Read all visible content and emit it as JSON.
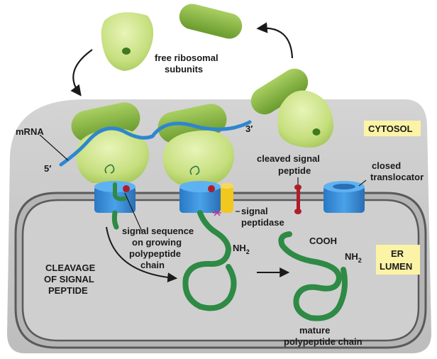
{
  "labels": {
    "free_ribosomal_1": "free ribosomal",
    "free_ribosomal_2": "subunits",
    "mrna": "mRNA",
    "five_prime": "5′",
    "three_prime": "3′",
    "cytosol": "CYTOSOL",
    "cleaved_1": "cleaved signal",
    "cleaved_2": "peptide",
    "closed_1": "closed",
    "closed_2": "translocator",
    "signal_pep_1": "signal",
    "signal_pep_2": "peptidase",
    "sigseq_1": "signal sequence",
    "sigseq_2": "on growing",
    "sigseq_3": "polypeptide",
    "sigseq_4": "chain",
    "nh2_a": "NH",
    "nh2_b": "NH",
    "sub2": "2",
    "cooh": "COOH",
    "er_1": "ER",
    "er_2": "LUMEN",
    "cleavage_1": "CLEAVAGE",
    "cleavage_2": "OF SIGNAL",
    "cleavage_3": "PEPTIDE",
    "mature_1": "mature",
    "mature_2": "polypeptide chain"
  },
  "colors": {
    "ribosome_light": "#cde58a",
    "ribosome_dark": "#7fae3a",
    "mrna": "#2e86cf",
    "translocator": "#2f86d6",
    "polypeptide": "#2e8a44",
    "signal_peptide": "#b01d2a",
    "peptidase": "#f2c71e",
    "membrane_fill": "#c8c8c8",
    "lumen_fill": "#bfbfbf",
    "label_box": "#fbf3a6"
  }
}
